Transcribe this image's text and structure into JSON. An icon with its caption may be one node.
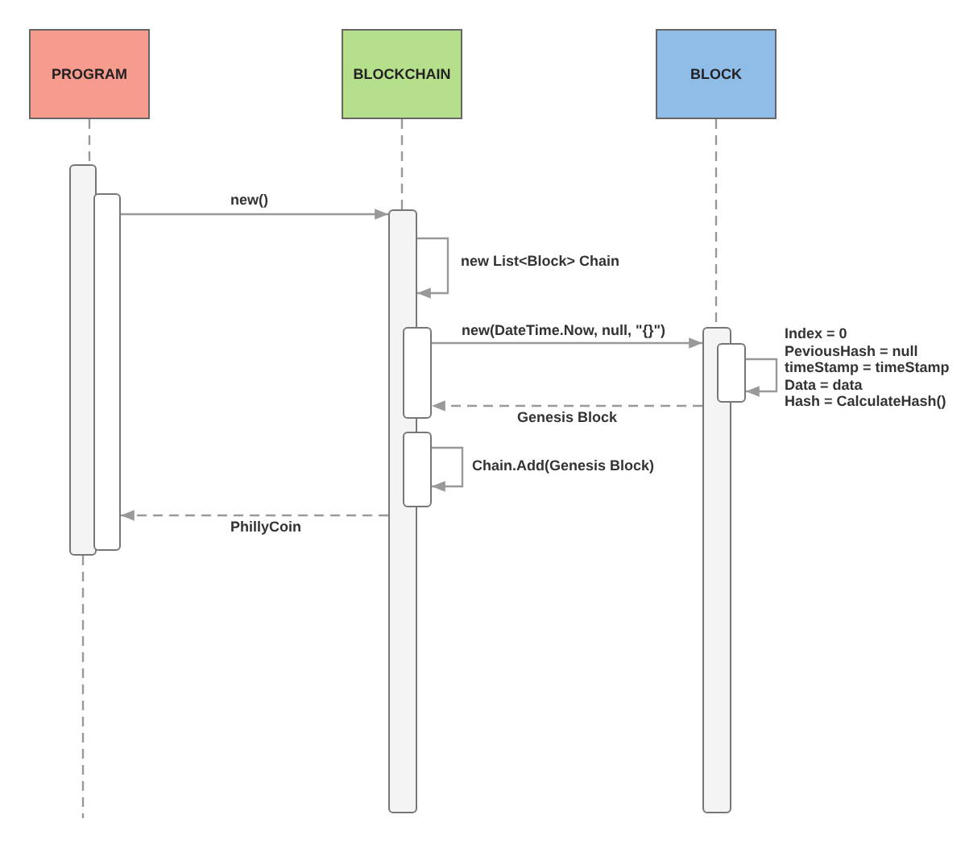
{
  "diagram": {
    "nodes": [
      {
        "text": [
          "PROGRAM"
        ]
      },
      {
        "text": [
          "BLOCKCHAIN"
        ]
      },
      {
        "text": [
          "BLOCK"
        ]
      },
      {
        "text": [],
        "shape": "bar"
      },
      {
        "text": [],
        "shape": "bar"
      },
      {
        "text": [],
        "shape": "bar"
      },
      {
        "text": [],
        "shape": "bar"
      },
      {
        "text": [],
        "shape": "bar"
      },
      {
        "text": [],
        "shape": "bar"
      },
      {
        "text": [],
        "shape": "bar"
      }
    ],
    "edges": [
      {
        "from": 0,
        "to": 3,
        "arrow": "none",
        "style": "dashed"
      },
      {
        "from": 1,
        "to": 5,
        "arrow": "none",
        "style": "dashed"
      },
      {
        "from": 2,
        "to": 8,
        "arrow": "none",
        "style": "dashed"
      },
      {
        "from": 3,
        "to": null,
        "arrow": "none",
        "style": "dashed"
      },
      {
        "from": 4,
        "to": 5,
        "arrow": "to",
        "label": "new()"
      },
      {
        "from": 5,
        "to": 5,
        "arrow": "to",
        "label": "new List<Block> Chain"
      },
      {
        "from": 6,
        "to": 8,
        "arrow": "to",
        "label": "new(DateTime.Now, null, \"{}\")"
      },
      {
        "from": 9,
        "to": 9,
        "arrow": "to"
      },
      {
        "from": 8,
        "to": 6,
        "arrow": "to",
        "style": "dashed",
        "label": "Genesis Block"
      },
      {
        "from": 7,
        "to": 7,
        "arrow": "to",
        "label": "Chain.Add(Genesis Block)"
      },
      {
        "from": 5,
        "to": 4,
        "arrow": "to",
        "style": "dashed",
        "label": "PhillyCoin"
      }
    ],
    "labels": [
      "Index = 0",
      "PeviousHash = null",
      "timeStamp = timeStamp",
      "Data = data",
      "Hash = CalculateHash()"
    ]
  }
}
